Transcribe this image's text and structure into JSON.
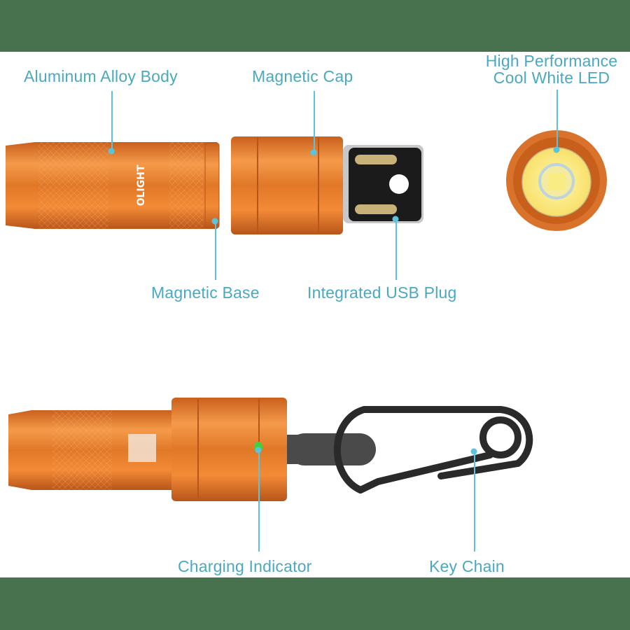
{
  "labels": {
    "aluminum_body": "Aluminum Alloy Body",
    "magnetic_cap": "Magnetic Cap",
    "led_line1": "High Performance",
    "led_line2": "Cool White LED",
    "magnetic_base": "Magnetic Base",
    "usb_plug": "Integrated USB Plug",
    "charging_indicator": "Charging Indicator",
    "key_chain": "Key Chain"
  },
  "brand": {
    "logo_text": "OLIGHT"
  },
  "colors": {
    "band": "#48714d",
    "label": "#4aa9c0",
    "callout": "#5cc3dc",
    "body_orange": "#f0852e",
    "indicator_green": "#3fd13f"
  }
}
